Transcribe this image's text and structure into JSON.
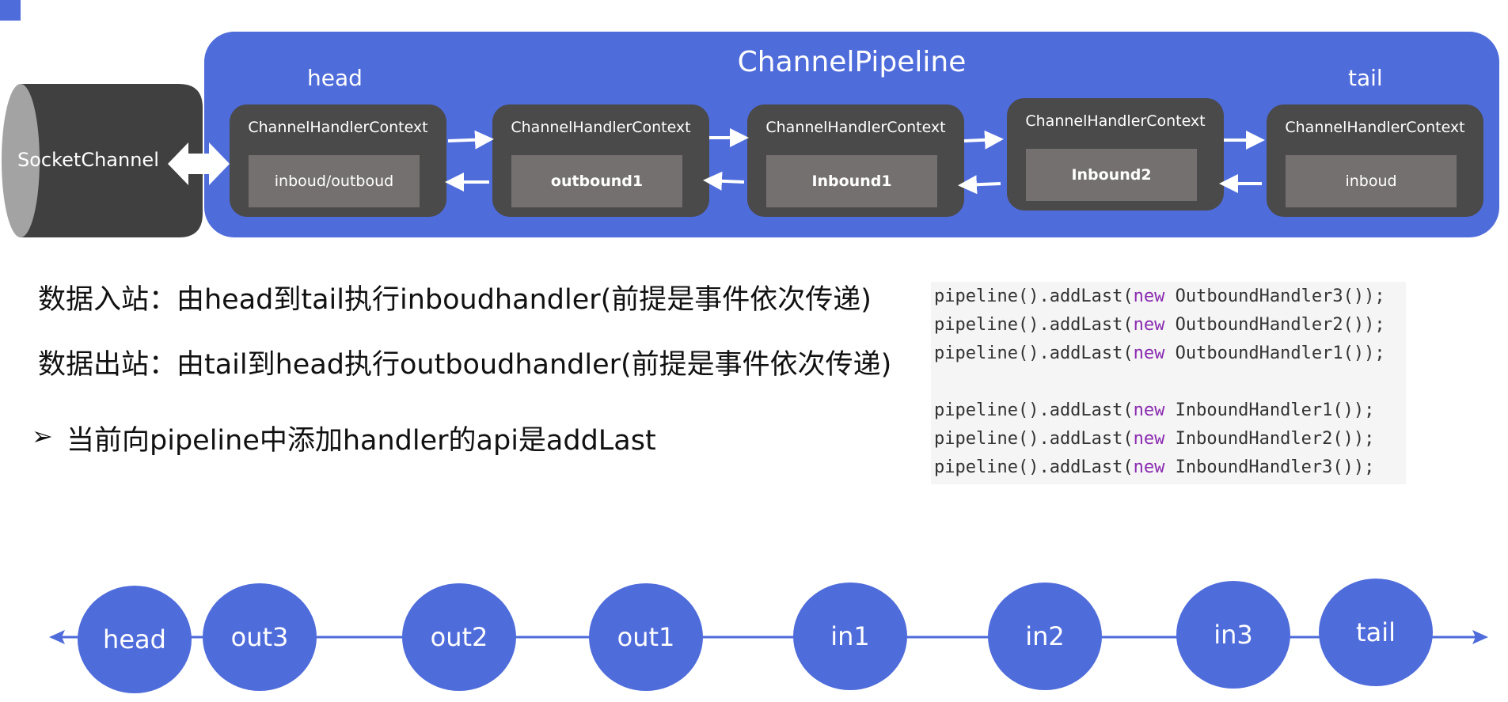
{
  "pipeline": {
    "title": "ChannelPipeline",
    "head_label": "head",
    "tail_label": "tail",
    "contexts": [
      {
        "title": "ChannelHandlerContext",
        "handler": "inboud/outboud",
        "bold": false
      },
      {
        "title": "ChannelHandlerContext",
        "handler": "outbound1",
        "bold": true
      },
      {
        "title": "ChannelHandlerContext",
        "handler": "Inbound1",
        "bold": true
      },
      {
        "title": "ChannelHandlerContext",
        "handler": "Inbound2",
        "bold": true
      },
      {
        "title": "ChannelHandlerContext",
        "handler": "inboud",
        "bold": false
      }
    ]
  },
  "socket_channel": {
    "label": "SocketChannel"
  },
  "notes": {
    "inbound": "数据入站：由head到tail执行inboudhandler(前提是事件依次传递)",
    "outbound": "数据出站：由tail到head执行outboudhandler(前提是事件依次传递)",
    "bullet_symbol": "➢",
    "bullet": "当前向pipeline中添加handler的api是addLast"
  },
  "code": {
    "lines": [
      {
        "pre": "pipeline().addLast(",
        "kw": "new",
        "post": " OutboundHandler3());"
      },
      {
        "pre": "pipeline().addLast(",
        "kw": "new",
        "post": " OutboundHandler2());"
      },
      {
        "pre": "pipeline().addLast(",
        "kw": "new",
        "post": " OutboundHandler1());"
      },
      {
        "pre": "pipeline().addLast(",
        "kw": "new",
        "post": " InboundHandler1());"
      },
      {
        "pre": "pipeline().addLast(",
        "kw": "new",
        "post": " InboundHandler2());"
      },
      {
        "pre": "pipeline().addLast(",
        "kw": "new",
        "post": " InboundHandler3());"
      }
    ]
  },
  "chain": {
    "nodes": [
      "head",
      "out3",
      "out2",
      "out1",
      "in1",
      "in2",
      "in3",
      "tail"
    ]
  },
  "colors": {
    "accent": "#4f6cdb",
    "context_bg": "#4a4a4a",
    "handler_bg": "#757070",
    "socket_body": "#404040",
    "socket_cap": "#a3a3a3",
    "keyword": "#8a2bb0"
  }
}
